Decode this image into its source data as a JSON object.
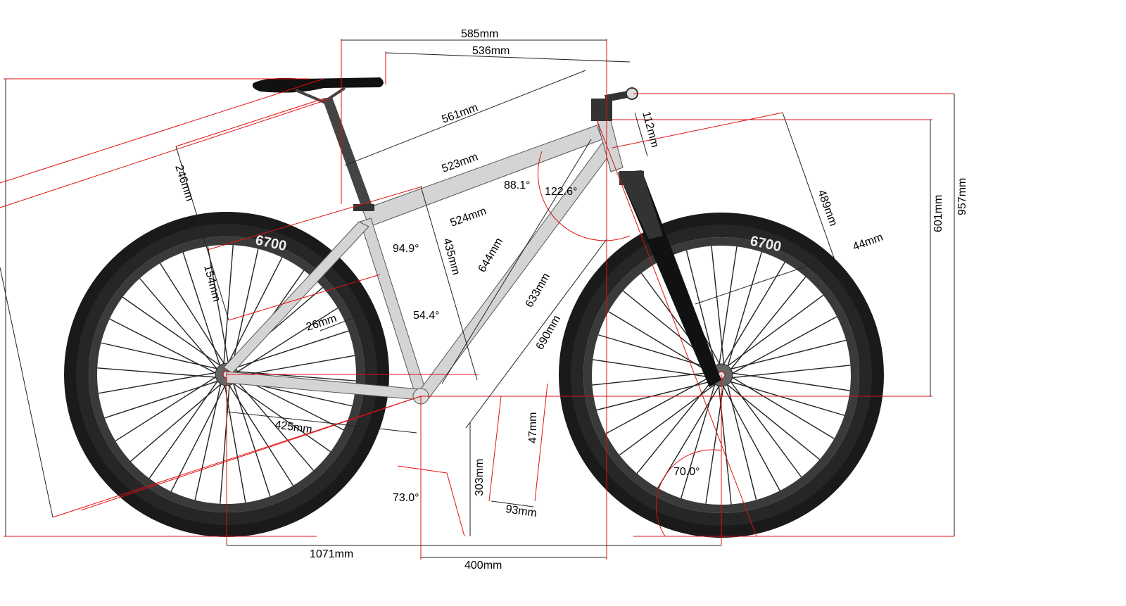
{
  "diagram": {
    "title": "Bicycle geometry",
    "colors": {
      "dimension_line": "#e01010",
      "frame": "#d0d0d0",
      "tire": "#1a1a1a"
    },
    "rim_text": "6700",
    "labels": {
      "top_tube_horizontal": "585mm",
      "reach_536": "536mm",
      "effective_561": "561mm",
      "top_tube": "523mm",
      "top_tube_524": "524mm",
      "seat_offset": "246mm",
      "seat_154": "154mm",
      "tube_26": "26mm",
      "chainstay": "425mm",
      "seat_angle_inner": "94.9°",
      "seat_tube": "435mm",
      "down_tube_644": "644mm",
      "angle_54": "54.4°",
      "down_tube_633": "633mm",
      "front_center": "690mm",
      "head_angle_inner": "88.1°",
      "angle_122": "122.6°",
      "head_tube": "112mm",
      "fork_length": "489mm",
      "fork_offset": "44mm",
      "stack": "601mm",
      "handlebar_height": "957mm",
      "bb_drop": "47mm",
      "bb_height": "303mm",
      "trail_93": "93mm",
      "seat_angle": "73.0°",
      "head_angle": "70.0°",
      "wheelbase": "1071mm",
      "front_bb": "400mm"
    }
  }
}
